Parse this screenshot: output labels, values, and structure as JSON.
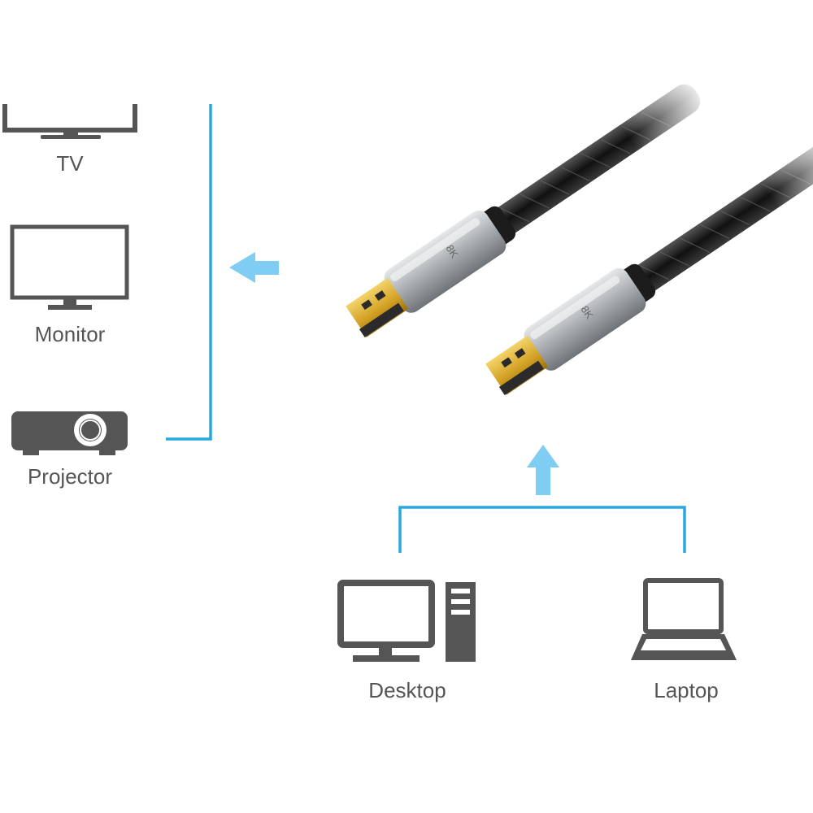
{
  "outputs": [
    {
      "label": "TV",
      "icon": "tv-icon"
    },
    {
      "label": "Monitor",
      "icon": "monitor-icon"
    },
    {
      "label": "Projector",
      "icon": "projector-icon"
    }
  ],
  "sources": [
    {
      "label": "Desktop",
      "icon": "desktop-icon"
    },
    {
      "label": "Laptop",
      "icon": "laptop-icon"
    }
  ],
  "cable": {
    "badge_text": "8K",
    "icon": "displayport-cable-icon"
  },
  "colors": {
    "connector_line": "#29a8e0",
    "arrow": "#7fcdf2",
    "icon": "#555555",
    "label": "#555555",
    "plug_shell": "#b8bcc0",
    "pins": "#d4a32a",
    "cable": "#1f1f1f"
  }
}
